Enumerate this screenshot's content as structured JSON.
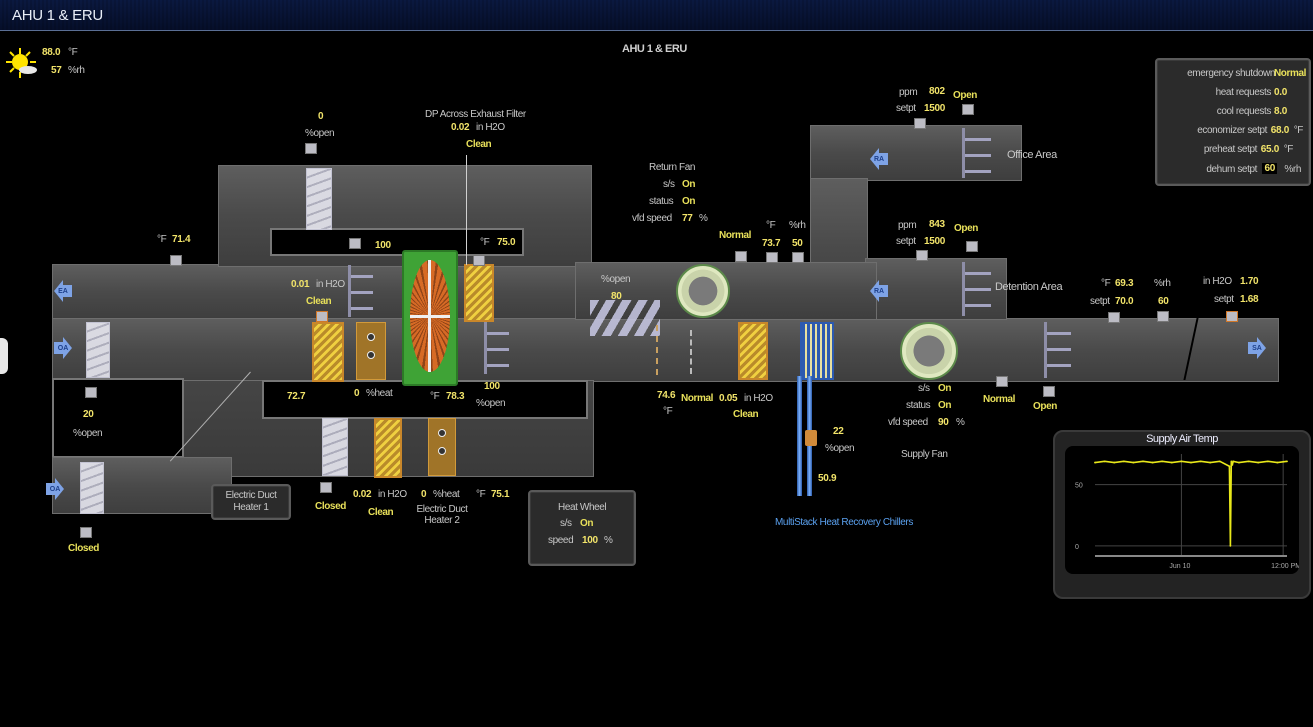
{
  "window": {
    "title": "AHU 1 & ERU"
  },
  "page": {
    "heading": "AHU 1 & ERU"
  },
  "weather": {
    "icon": "partly-sunny-icon",
    "temp": "88.0",
    "temp_unit": "°F",
    "rh": "57",
    "rh_unit": "%rh"
  },
  "settings_panel": {
    "rows": [
      {
        "label": "emergency shutdown",
        "value": "Normal",
        "unit": ""
      },
      {
        "label": "heat requests",
        "value": "0.0",
        "unit": ""
      },
      {
        "label": "cool requests",
        "value": "8.0",
        "unit": ""
      },
      {
        "label": "economizer setpt",
        "value": "68.0",
        "unit": "°F"
      },
      {
        "label": "preheat setpt",
        "value": "65.0",
        "unit": "°F"
      },
      {
        "label": "dehum setpt",
        "value": "60",
        "unit": "%rh"
      }
    ]
  },
  "exhaust_damper_top": {
    "value": "0",
    "unit": "%open"
  },
  "exhaust_filter": {
    "title": "DP Across Exhaust Filter",
    "value": "0.02",
    "unit": "in H2O",
    "status": "Clean"
  },
  "exhaust_air_temp": {
    "unit": "°F",
    "value": "71.4"
  },
  "inner_damper": {
    "value": "100",
    "unit": "%open"
  },
  "wheel_exhaust_temp": {
    "unit": "°F",
    "value": "75.0"
  },
  "oa_filter": {
    "value": "0.01",
    "unit": "in H2O",
    "status": "Clean"
  },
  "outside_damper": {
    "value": "20",
    "unit": "%open"
  },
  "outside_damper_2": {
    "status": "Closed"
  },
  "preheat_temp": {
    "value": "72.7"
  },
  "heater1_output": {
    "value": "0",
    "unit": "%heat"
  },
  "wheel_leaving_temp": {
    "unit": "°F",
    "value": "78.3"
  },
  "bypass_damper": {
    "value": "100",
    "unit": "%open"
  },
  "lower_damper": {
    "status": "Closed"
  },
  "lower_filter": {
    "value": "0.02",
    "unit": "in H2O",
    "status": "Clean"
  },
  "heater2_output": {
    "value": "0",
    "unit": "%heat"
  },
  "heater2_leaving_temp": {
    "unit": "°F",
    "value": "75.1"
  },
  "heater1_callout": {
    "label": "Electric Duct Heater 1"
  },
  "heater2_label": {
    "label": "Electric Duct Heater 2"
  },
  "heat_wheel": {
    "title": "Heat Wheel",
    "ss_label": "s/s",
    "ss_value": "On",
    "speed_label": "speed",
    "speed_value": "100",
    "speed_unit": "%"
  },
  "return_fan": {
    "title": "Return Fan",
    "ss_label": "s/s",
    "ss_value": "On",
    "status_label": "status",
    "status_value": "On",
    "vfd_label": "vfd speed",
    "vfd_value": "77",
    "vfd_unit": "%"
  },
  "return_air": {
    "status": "Normal",
    "temp_unit": "°F",
    "temp": "73.7",
    "rh_unit": "%rh",
    "rh": "50"
  },
  "return_damper": {
    "unit": "%open",
    "value": "80"
  },
  "mixed_air": {
    "value": "74.6",
    "unit": "°F",
    "freeze_status": "Normal"
  },
  "final_filter": {
    "value": "0.05",
    "unit": "in H2O",
    "status": "Clean"
  },
  "office_area": {
    "label": "Office Area",
    "ppm_label": "ppm",
    "ppm": "802",
    "setpt_label": "setpt",
    "setpt": "1500",
    "damper_status": "Open"
  },
  "detention_area": {
    "label": "Detention Area",
    "ppm_label": "ppm",
    "ppm": "843",
    "setpt_label": "setpt",
    "setpt": "1500",
    "damper_status": "Open"
  },
  "supply_air": {
    "temp_unit": "°F",
    "temp": "69.3",
    "temp_setpt_label": "setpt",
    "temp_setpt": "70.0",
    "rh_unit": "%rh",
    "rh": "60",
    "static_unit": "in H2O",
    "static": "1.70",
    "static_setpt_label": "setpt",
    "static_setpt": "1.68"
  },
  "supply_fan": {
    "title": "Supply Fan",
    "ss_label": "s/s",
    "ss_value": "On",
    "status_label": "status",
    "status_value": "On",
    "vfd_label": "vfd speed",
    "vfd_value": "90",
    "vfd_unit": "%",
    "smoke_status": "Normal",
    "damper_status": "Open"
  },
  "chilled_water": {
    "valve_value": "22",
    "valve_unit": "%open",
    "temp": "50.9",
    "label": "MultiStack Heat Recovery Chillers"
  },
  "arrows": {
    "ea": "EA",
    "oa": "OA",
    "oa2": "OA",
    "ra1": "RA",
    "ra2": "RA",
    "sa": "SA"
  },
  "chart_data": {
    "type": "line",
    "title": "Supply Air Temp",
    "xlabel": "",
    "ylabel": "",
    "ylim": [
      -5,
      75
    ],
    "y_ticks": [
      "50",
      "0"
    ],
    "x_ticks": [
      "Jun 10",
      "12:00 PM"
    ],
    "grid": true,
    "legend": "none",
    "series": [
      {
        "name": "Supply Air Temp",
        "color": "#e8e81a",
        "x": [
          0,
          0.05,
          0.1,
          0.15,
          0.2,
          0.25,
          0.3,
          0.35,
          0.4,
          0.45,
          0.5,
          0.55,
          0.6,
          0.65,
          0.7,
          0.705,
          0.71,
          0.715,
          0.72,
          0.75,
          0.8,
          0.85,
          0.9,
          0.95,
          1.0
        ],
        "y": [
          68,
          69,
          68,
          69,
          68,
          69,
          68,
          69,
          68,
          69,
          68,
          69,
          68,
          69,
          65,
          0,
          69,
          66,
          69,
          68,
          69,
          68,
          69,
          68,
          69
        ]
      }
    ]
  }
}
